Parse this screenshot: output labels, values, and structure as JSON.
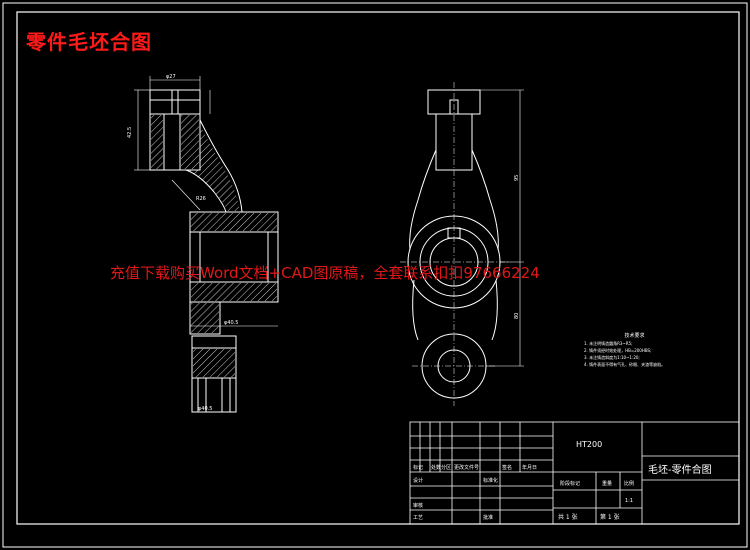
{
  "title": "零件毛坯合图",
  "watermark": "充值下载购买Word文档+CAD图原稿，全套联系扣扣97666224",
  "notes": {
    "heading": "技术要求",
    "items": [
      "1. 未注明铸造圆角R3~R5;",
      "2. 铸件须经时效处理，HB=200HBS;",
      "3. 未注铸造斜度为1:10~1:20;",
      "4. 铸件表面不得有气孔、砂眼、夹渣等缺陷。"
    ]
  },
  "title_block": {
    "material": "HT200",
    "drawing_name": "毛坯-零件合图",
    "scale": "1:1",
    "header_row": [
      "标记",
      "处数",
      "分区",
      "更改文件号",
      "签名",
      "年月日"
    ],
    "design": "设计",
    "standardization": "标准化",
    "check": "审核",
    "process": "工艺",
    "approve": "批准",
    "stage_mark": "阶段标记",
    "weight": "重量",
    "scale_label": "比例",
    "total_sheets": "共 1 张",
    "sheet_no": "第 1 张"
  },
  "dimensions": {
    "top_width": "φ27",
    "left_height": "42.5",
    "right_height_top": "95",
    "right_height_bottom": "80",
    "bottom_width": "φ40.5",
    "base_width": "φ40.5",
    "radius": "R26"
  }
}
